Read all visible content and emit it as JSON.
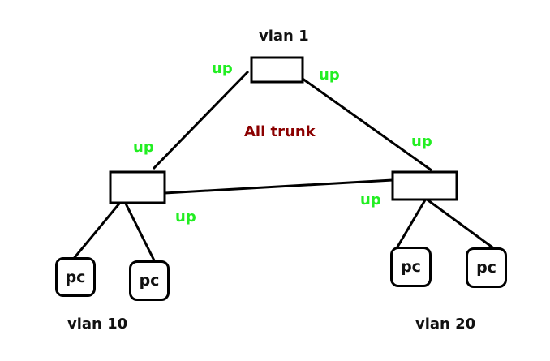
{
  "colors": {
    "up": "#22ee22",
    "trunk": "#8b0000",
    "line": "#000000"
  },
  "labels": {
    "vlan1": "vlan 1",
    "vlan10": "vlan 10",
    "vlan20": "vlan 20",
    "all_trunk": "All trunk",
    "up": "up"
  },
  "pcs": [
    "pc",
    "pc",
    "pc",
    "pc"
  ]
}
